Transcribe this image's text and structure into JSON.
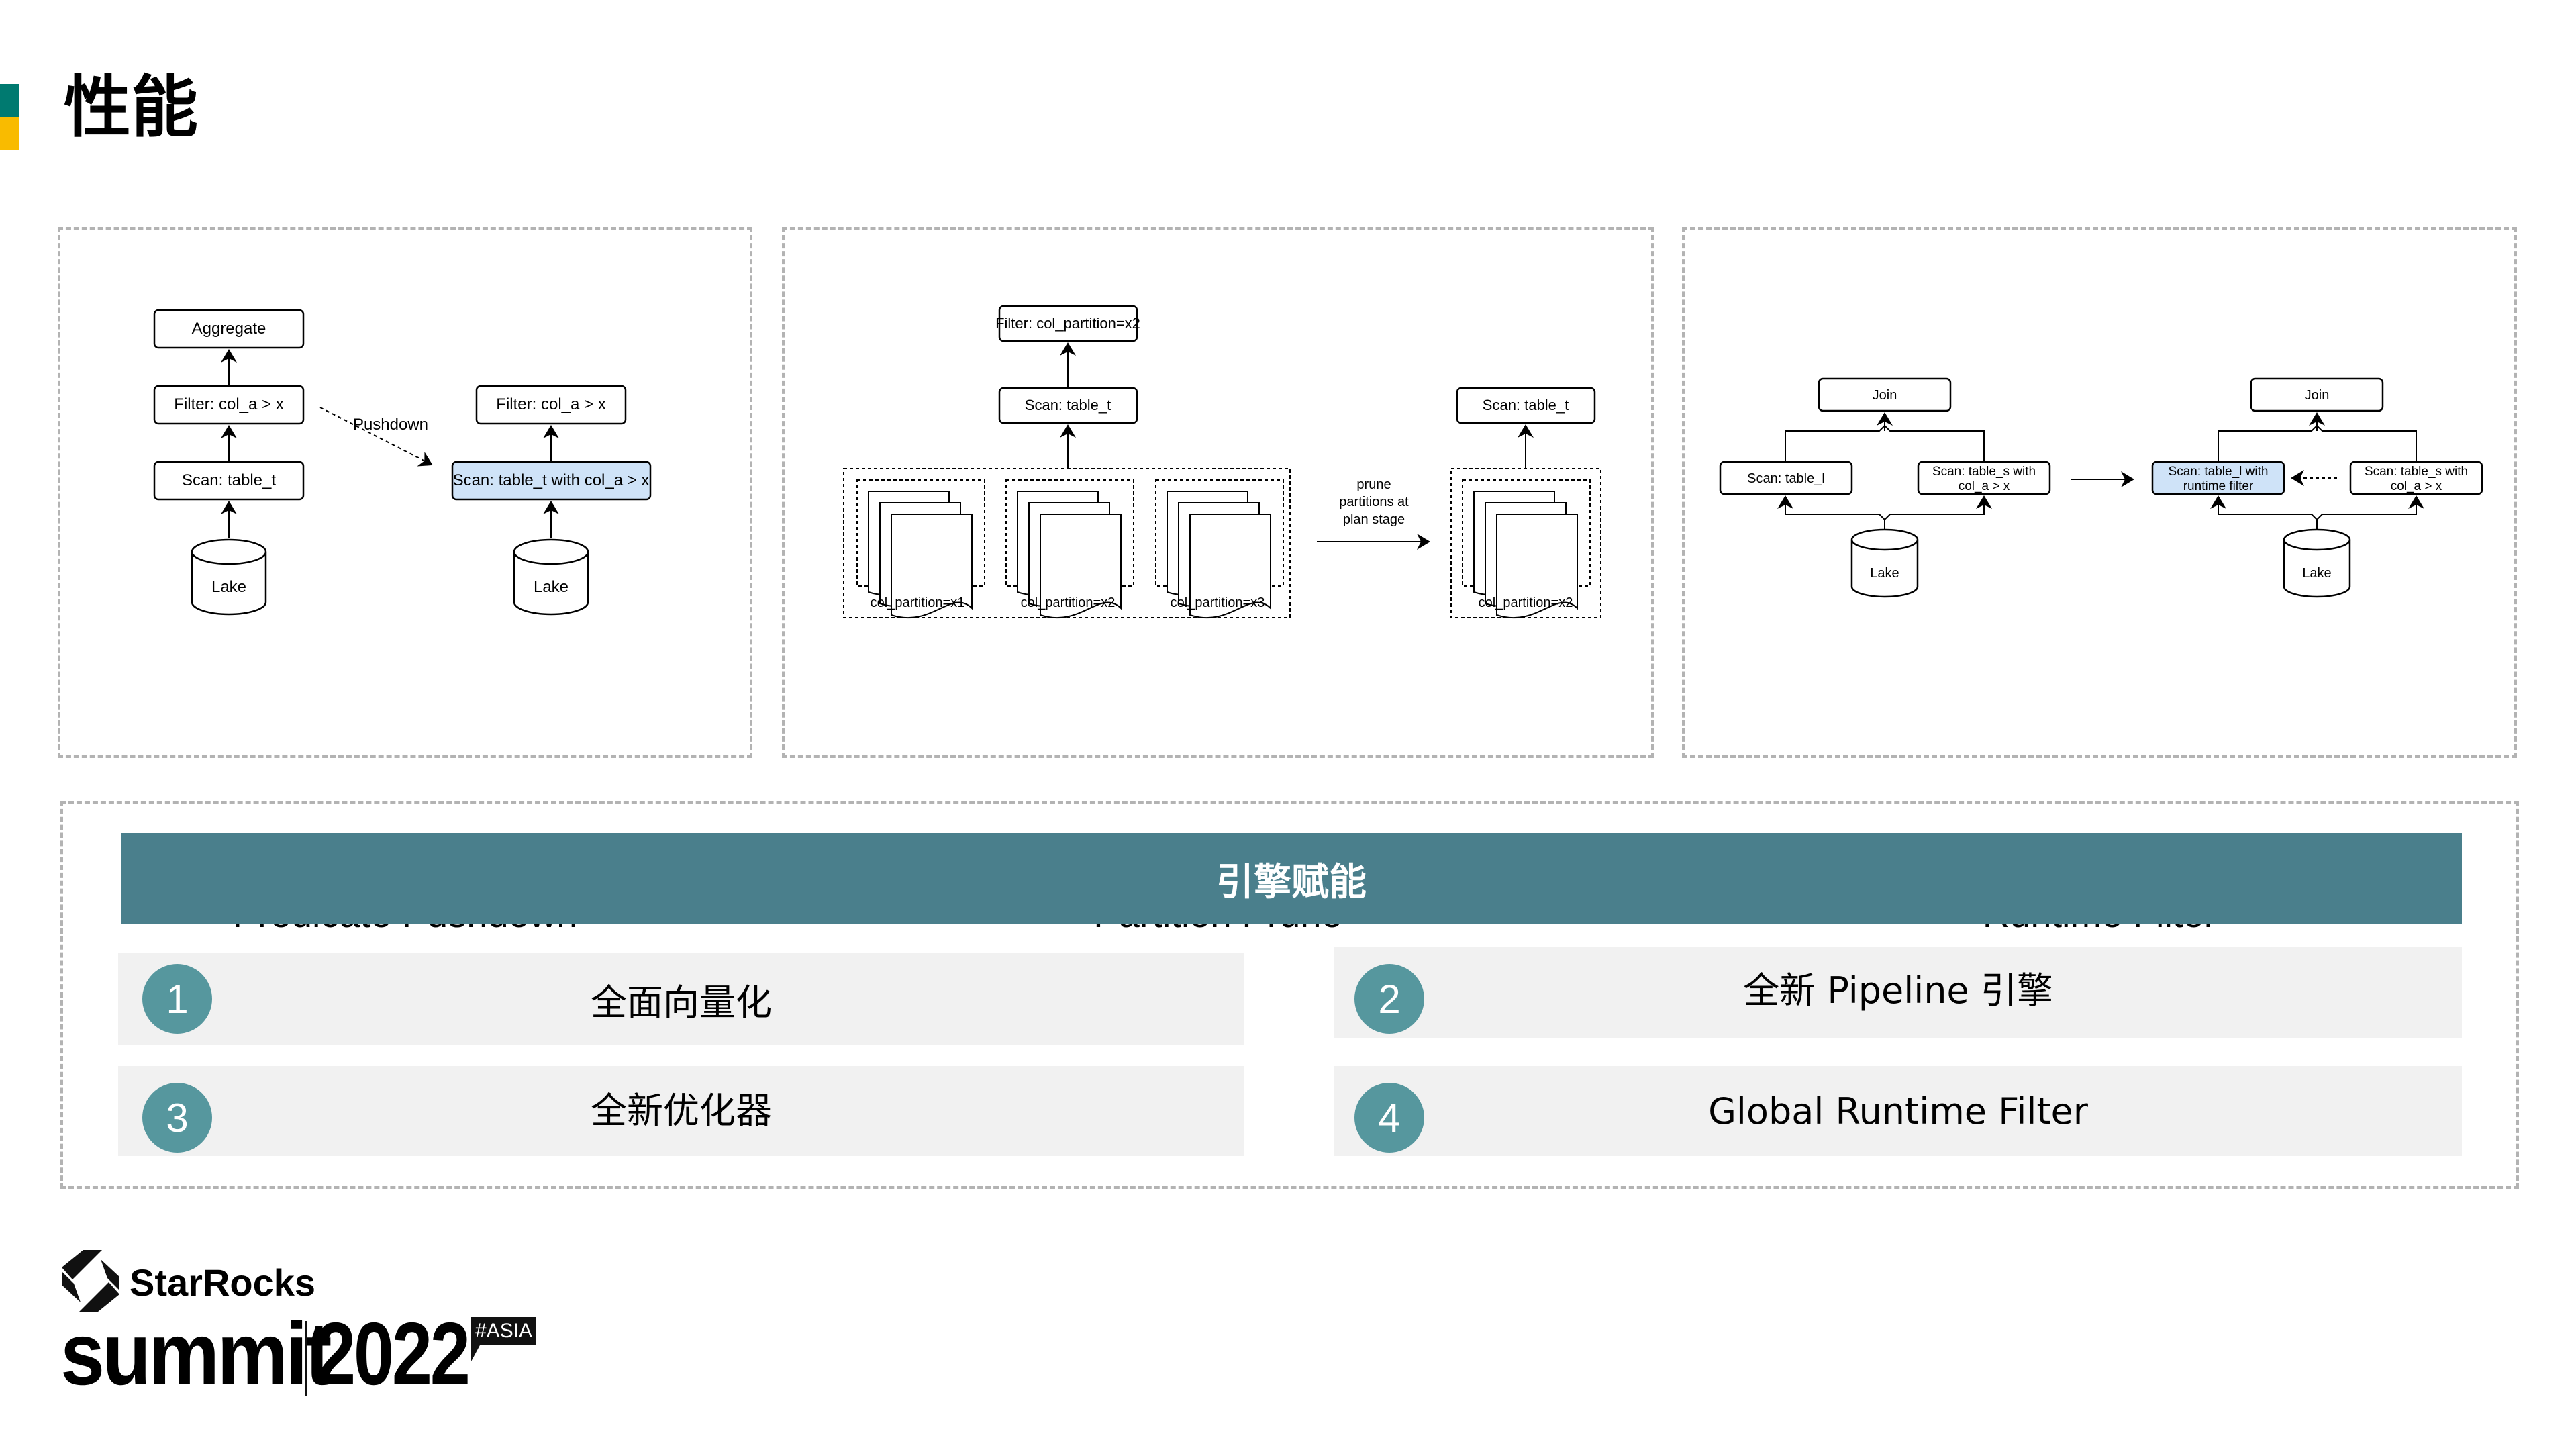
{
  "page": {
    "title": "性能",
    "accent_colors": {
      "top": "#007A70",
      "bottom": "#F9BB00"
    }
  },
  "panels": [
    {
      "title": "Predicate Pushdown",
      "diagram": {
        "left_nodes": [
          "Aggregate",
          "Filter: col_a > x",
          "Scan: table_t",
          "Lake"
        ],
        "arrow_label": "Pushdown",
        "right_nodes": [
          "Filter: col_a > x",
          "Scan: table_t with col_a > x",
          "Lake"
        ]
      }
    },
    {
      "title": "Partition Prune",
      "diagram": {
        "left_nodes": [
          "Filter: col_partition=x2",
          "Scan: table_t"
        ],
        "partitions": [
          "col_partition=x1",
          "col_partition=x2",
          "col_partition=x3"
        ],
        "arrow_label_lines": [
          "prune",
          "partitions at",
          "plan stage"
        ],
        "right_nodes": [
          "Scan: table_t"
        ],
        "right_partitions": [
          "col_partition=x2"
        ]
      }
    },
    {
      "title": "Runtime Filter",
      "diagram": {
        "left_join": "Join",
        "left_scan_l": "Scan: table_l",
        "left_scan_s_lines": [
          "Scan: table_s with",
          "col_a > x"
        ],
        "left_lake": "Lake",
        "right_join": "Join",
        "right_scan_l_lines": [
          "Scan: table_l with",
          "runtime filter"
        ],
        "right_scan_s_lines": [
          "Scan: table_s with",
          "col_a > x"
        ],
        "right_lake": "Lake"
      }
    }
  ],
  "engine": {
    "banner": "引擎赋能",
    "items": [
      {
        "num": "1",
        "label": "全面向量化"
      },
      {
        "num": "2",
        "label": "全新 Pipeline 引擎"
      },
      {
        "num": "3",
        "label": "全新优化器"
      },
      {
        "num": "4",
        "label": "Global Runtime Filter"
      }
    ],
    "colors": {
      "banner": "#4A7F8C",
      "circle": "#56979E",
      "row": "#F1F1F1"
    }
  },
  "logo": {
    "brand": "StarRocks",
    "event": "summit",
    "year": "2022",
    "tag": "#ASIA"
  }
}
